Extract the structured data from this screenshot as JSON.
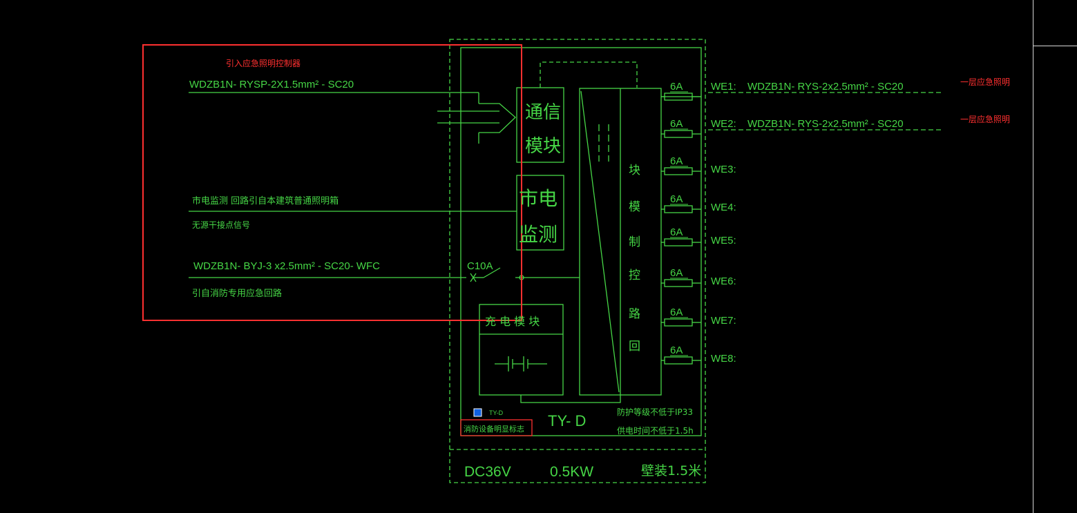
{
  "colors": {
    "background": "#000000",
    "wire": "#46d646",
    "annotation": "#ff3030",
    "panel_border": "#d8d8d8"
  },
  "inputs": {
    "control_title": "引入应急照明控制器",
    "control_cable": "WDZB1N- RYSP-2X1.5mm² - SC20",
    "mains_monitor_line1": "市电监测  回路引自本建筑普通照明箱",
    "mains_monitor_line2": "无源干接点信号",
    "power_cable": "WDZB1N- BYJ-3 x2.5mm² - SC20- WFC",
    "power_source": "引自消防专用应急回路",
    "breaker": "C10A"
  },
  "modules": {
    "comm_line1": "通信",
    "comm_line2": "模块",
    "mains_line1": "市电",
    "mains_line2": "监测",
    "charge": "充 电 模 块",
    "control_chars": [
      "块",
      "模",
      "制",
      "控",
      "路",
      "回"
    ]
  },
  "outputs": [
    {
      "fuse": "6A",
      "label": "WE1:",
      "cable": "WDZB1N- RYS-2x2.5mm² - SC20",
      "note": "一层应急照明"
    },
    {
      "fuse": "6A",
      "label": "WE2:",
      "cable": "WDZB1N- RYS-2x2.5mm² - SC20",
      "note": "一层应急照明"
    },
    {
      "fuse": "6A",
      "label": "WE3:",
      "cable": "",
      "note": ""
    },
    {
      "fuse": "6A",
      "label": "WE4:",
      "cable": "",
      "note": ""
    },
    {
      "fuse": "6A",
      "label": "WE5:",
      "cable": "",
      "note": ""
    },
    {
      "fuse": "6A",
      "label": "WE6:",
      "cable": "",
      "note": ""
    },
    {
      "fuse": "6A",
      "label": "WE7:",
      "cable": "",
      "note": ""
    },
    {
      "fuse": "6A",
      "label": "WE8:",
      "cable": "",
      "note": ""
    }
  ],
  "panel": {
    "model": "TY- D",
    "sign_code": "TY-D",
    "sign_label": "消防设备明显标志",
    "protection": "防护等级不低于IP33",
    "duration": "供电时间不低于1.5h",
    "voltage": "DC36V",
    "power": "0.5KW",
    "mount": "壁装1.5米"
  }
}
